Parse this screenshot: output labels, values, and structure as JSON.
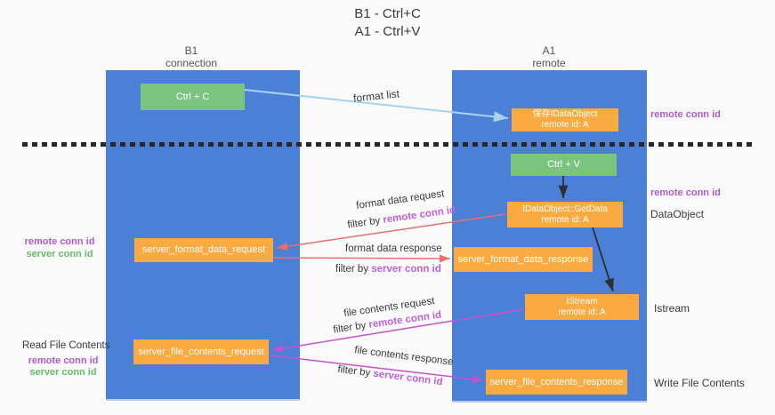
{
  "colors": {
    "background": "#fafafa",
    "column_blue": "#4b80d6",
    "box_green": "#7ac47f",
    "box_orange": "#f9ab42",
    "label_purple": "#b05ad0",
    "label_green": "#66bb6a",
    "arrow_red": "#e57070",
    "arrow_magenta": "#c653ce",
    "arrow_lightblue": "#a9d2f2",
    "arrow_black": "#2f2f2f"
  },
  "title": {
    "line1": "B1 - Ctrl+C",
    "line2": "A1 - Ctrl+V"
  },
  "columns": {
    "left": {
      "title": "B1",
      "subtitle": "connection"
    },
    "right": {
      "title": "A1",
      "subtitle": "remote"
    }
  },
  "boxes": {
    "ctrl_c": {
      "label": "Ctrl + C"
    },
    "save_obj": {
      "line1": "保存IDataObject",
      "line2": "remote id: A"
    },
    "ctrl_v": {
      "label": "Ctrl + V"
    },
    "getdata": {
      "line1": "IDataObject::GetData",
      "line2": "remote id: A"
    },
    "format_request": {
      "label": "server_format_data_request"
    },
    "format_response": {
      "label": "server_format_data_response"
    },
    "istream": {
      "line1": "IStream",
      "line2": "remote id: A"
    },
    "file_request": {
      "label": "server_file_contents_request"
    },
    "file_response": {
      "label": "server_file_contents_response"
    }
  },
  "side_labels": {
    "remote_conn_top": "remote conn id",
    "remote_conn_mid": "remote conn id",
    "dataobject": "DataObject",
    "istream": "Istream",
    "write_file": "Write File Contents",
    "read_file": "Read File Contents",
    "left_remote_1": "remote conn id",
    "left_server_1": "server conn id",
    "left_remote_2": "remote conn id",
    "left_server_2": "server conn id"
  },
  "annotations": {
    "format_list": "format list",
    "format_request": {
      "line1": "format data request",
      "prefix": "filter by ",
      "highlight": "remote conn id"
    },
    "format_response": {
      "line1": "format data response",
      "prefix": "filter by ",
      "highlight": "server conn id"
    },
    "file_request": {
      "line1": "file contents request",
      "prefix": "filter by ",
      "highlight": "remote conn id"
    },
    "file_response": {
      "line1": "file contents response",
      "prefix": "filter by ",
      "highlight": "server conn id"
    }
  }
}
